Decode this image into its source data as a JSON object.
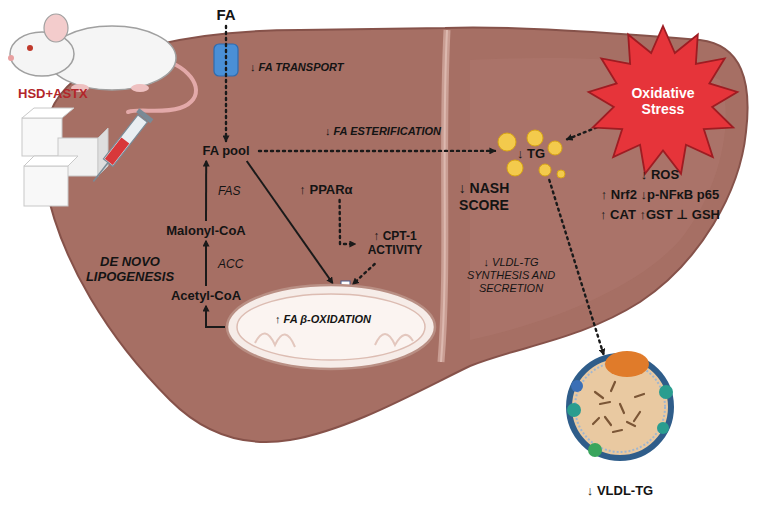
{
  "diagram": {
    "nodes": [
      {
        "text": [
          "FA"
        ]
      },
      {
        "text": [
          "FA pool"
        ]
      },
      {
        "text": [
          "Malonyl-CoA"
        ]
      },
      {
        "text": [
          "Acetyl-CoA"
        ]
      },
      {
        "text": [
          "↑ PPARα"
        ]
      },
      {
        "text": [
          "↑ CPT-1 ACTIVITY"
        ]
      },
      {
        "text": [
          "↑ FA β-OXIDATION"
        ]
      },
      {
        "text": [
          "↓ TG"
        ]
      },
      {
        "text": [
          "Oxidative Stress"
        ]
      },
      {
        "text": [
          "↓ VLDL-TG"
        ]
      }
    ],
    "edges": [
      {
        "from": 0,
        "to": 1,
        "arrow": "to"
      },
      {
        "from": 3,
        "to": 2,
        "label": "ACC",
        "arrow": "to"
      },
      {
        "from": 2,
        "to": 1,
        "label": "FAS",
        "arrow": "to"
      },
      {
        "from": 1,
        "to": 6,
        "arrow": "to"
      },
      {
        "from": 6,
        "to": 3,
        "arrow": "to"
      },
      {
        "from": 1,
        "to": 7,
        "label": "↓ FA ESTERIFICATION",
        "arrow": "to"
      },
      {
        "from": 4,
        "to": 5,
        "arrow": "to"
      },
      {
        "from": 5,
        "to": 6,
        "arrow": "to"
      },
      {
        "from": 7,
        "to": 8,
        "arrow": "both"
      },
      {
        "from": 7,
        "to": 9,
        "arrow": "to"
      }
    ],
    "labels": [
      "HSD+ASTX",
      "↓ FA TRANSPORT",
      "DE NOVO LIPOGENESIS",
      "↓ NASH SCORE",
      "↓ VLDL-TG SYNTHESIS AND SECRETION",
      "↓ ROS",
      "↑ Nrf2 ↓p-NFκB p65",
      "↑ CAT ↑GST ⊥ GSH"
    ]
  }
}
